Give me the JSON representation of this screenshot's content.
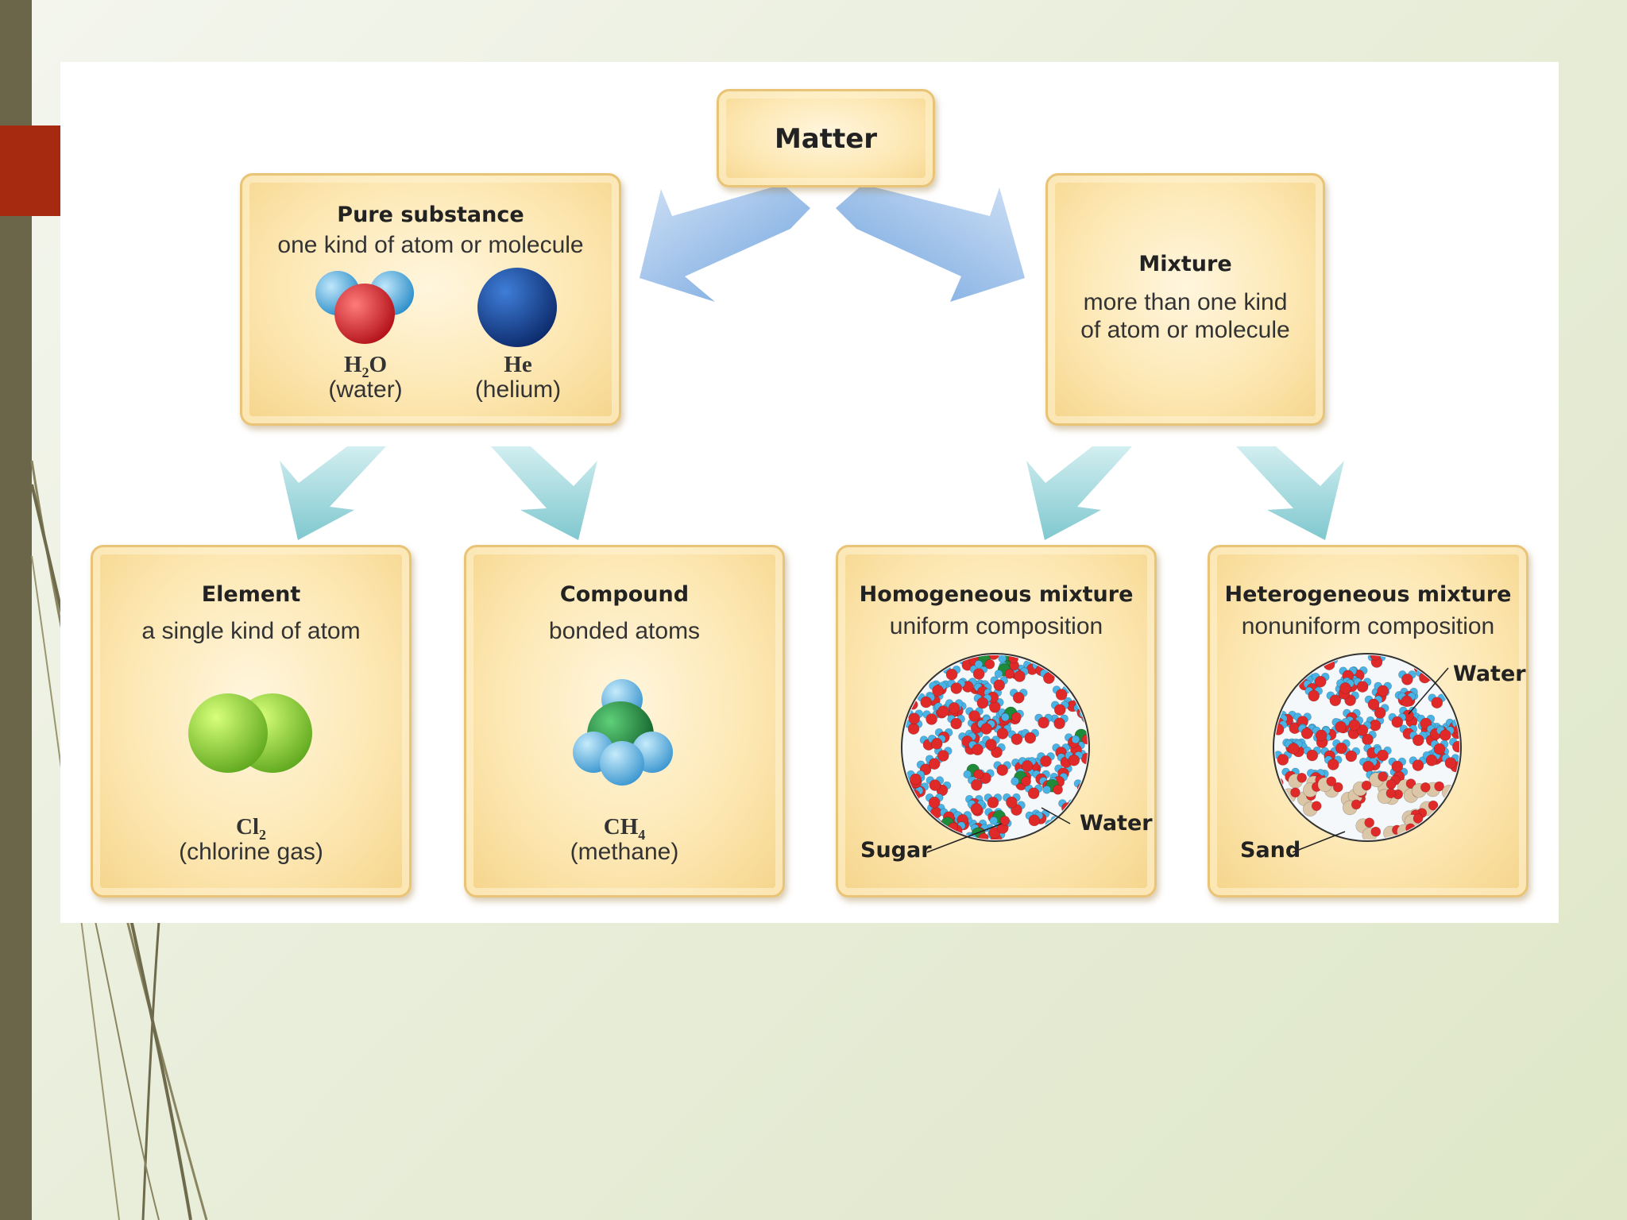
{
  "matter": {
    "title": "Matter"
  },
  "pure_substance": {
    "title": "Pure substance",
    "description": "one kind of atom or molecule",
    "examples": [
      {
        "formula_main": "H",
        "formula_sub": "2",
        "formula_tail": "O",
        "name": "(water)"
      },
      {
        "formula_main": "He",
        "formula_sub": "",
        "formula_tail": "",
        "name": "(helium)"
      }
    ]
  },
  "mixture": {
    "title": "Mixture",
    "description_line1": "more than one kind",
    "description_line2": "of atom or molecule"
  },
  "element": {
    "title": "Element",
    "description": "a single kind of atom",
    "formula_main": "Cl",
    "formula_sub": "2",
    "name": "(chlorine gas)"
  },
  "compound": {
    "title": "Compound",
    "description": "bonded atoms",
    "formula_main": "CH",
    "formula_sub": "4",
    "name": "(methane)"
  },
  "homogeneous": {
    "title": "Homogeneous mixture",
    "description": "uniform composition",
    "label_sugar": "Sugar",
    "label_water": "Water"
  },
  "heterogeneous": {
    "title": "Heterogeneous mixture",
    "description": "nonuniform composition",
    "label_water": "Water",
    "label_sand": "Sand"
  },
  "colors": {
    "box_fill": "#fde8b4",
    "box_border": "#e9c477",
    "arrow_top": "#8ab4e6",
    "arrow_bottom": "#9ad4d9",
    "accent": "#a52a10",
    "left_bar": "#6b6649",
    "oxygen": "#e02a2a",
    "hydrogen": "#49b3e6",
    "carbon": "#1f8a3a",
    "sand": "#dcc6a8"
  }
}
